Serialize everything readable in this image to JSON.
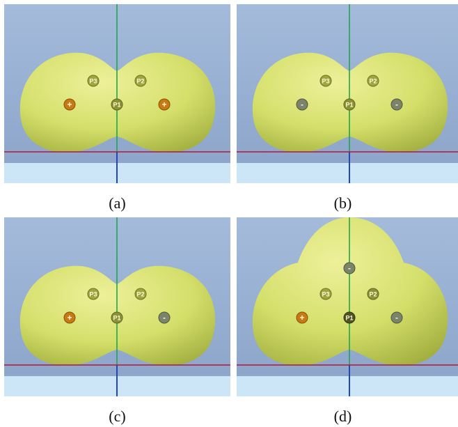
{
  "panels": [
    {
      "caption": "(a)",
      "shape": "dumbbell",
      "markers": [
        {
          "label": "P3",
          "kind": "point"
        },
        {
          "label": "P2",
          "kind": "point"
        },
        {
          "label": "P1",
          "kind": "point"
        },
        {
          "label": "+",
          "kind": "positive"
        },
        {
          "label": "+",
          "kind": "positive"
        }
      ]
    },
    {
      "caption": "(b)",
      "shape": "dumbbell",
      "markers": [
        {
          "label": "P3",
          "kind": "point"
        },
        {
          "label": "P2",
          "kind": "point"
        },
        {
          "label": "P1",
          "kind": "point"
        },
        {
          "label": "-",
          "kind": "negative"
        },
        {
          "label": "-",
          "kind": "negative"
        }
      ]
    },
    {
      "caption": "(c)",
      "shape": "dumbbell",
      "markers": [
        {
          "label": "P3",
          "kind": "point"
        },
        {
          "label": "P2",
          "kind": "point"
        },
        {
          "label": "P1",
          "kind": "point"
        },
        {
          "label": "+",
          "kind": "positive"
        },
        {
          "label": "-",
          "kind": "negative"
        }
      ]
    },
    {
      "caption": "(d)",
      "shape": "trefoil",
      "markers": [
        {
          "label": "-",
          "kind": "negative"
        },
        {
          "label": "P3",
          "kind": "point"
        },
        {
          "label": "P2",
          "kind": "point"
        },
        {
          "label": "P1",
          "kind": "point"
        },
        {
          "label": "+",
          "kind": "positive"
        },
        {
          "label": "-",
          "kind": "negative"
        }
      ]
    }
  ],
  "colors": {
    "sky_top": "#9bb4d6",
    "sky_bottom": "#8da6cb",
    "floor": "#c9e3f6",
    "surface_light": "#e8ee8a",
    "surface_dark": "#a6b43a",
    "axis_x": "#b0173c",
    "axis_y": "#1fa04a",
    "axis_z": "#2447b8",
    "positive": "#c77a12",
    "negative": "#7b8468",
    "point": "#9aa038"
  }
}
